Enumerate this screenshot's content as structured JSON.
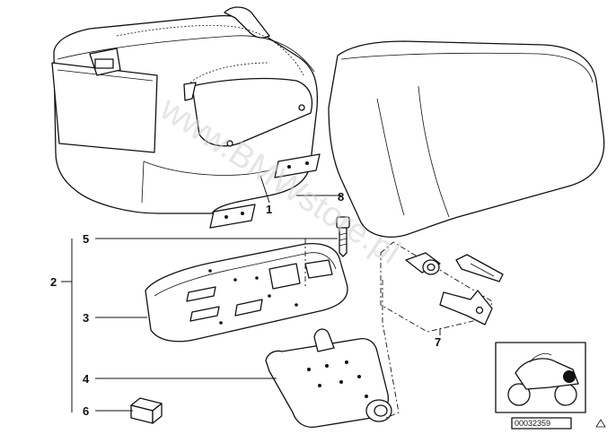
{
  "labels": {
    "l1": "1",
    "l2": "2",
    "l3": "3",
    "l4": "4",
    "l5": "5",
    "l6": "6",
    "l7": "7",
    "l8": "8"
  },
  "watermark": "www.BMWstore.pl",
  "doc_number": "00032359",
  "icons": {
    "topcase": "topcase-bag-drawing",
    "seat_cover": "seat-cover-drawing",
    "carrier_plate": "carrier-plate-drawing",
    "bracket": "mounting-bracket-drawing",
    "screw": "screw-drawing",
    "lock_set": "lock-cylinder-key-drawing",
    "pad": "rubber-pad-drawing",
    "thumbnail": "motorcycle-thumbnail",
    "corner_mark": "triangle-mark"
  }
}
